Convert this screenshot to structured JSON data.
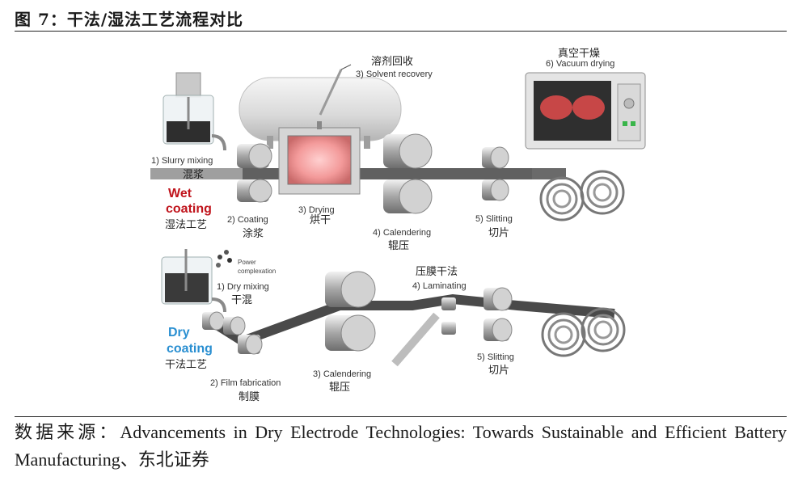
{
  "figure": {
    "title": "图 7：干法/湿法工艺流程对比",
    "source": "数据来源：Advancements in Dry Electrode Technologies: Towards Sustainable and Efficient Battery Manufacturing、东北证券"
  },
  "wet": {
    "heading_line1": "Wet",
    "heading_line2": "coating",
    "heading_cn": "湿法工艺",
    "steps": {
      "slurry_mixing": {
        "en": "1) Slurry mixing",
        "cn": "混浆"
      },
      "coating": {
        "en": "2) Coating",
        "cn": "涂浆"
      },
      "drying": {
        "en": "3) Drying",
        "cn": "烘干"
      },
      "solvent_recovery": {
        "en": "3) Solvent recovery",
        "cn": "溶剂回收"
      },
      "calendering": {
        "en": "4) Calendering",
        "cn": "辊压"
      },
      "slitting": {
        "en": "5) Slitting",
        "cn": "切片"
      },
      "vacuum_drying": {
        "en": "6) Vacuum drying",
        "cn": "真空干燥"
      }
    }
  },
  "dry": {
    "heading_line1": "Dry",
    "heading_line2": "coating",
    "heading_cn": "干法工艺",
    "powder_label_line1": "Power",
    "powder_label_line2": "complexation",
    "steps": {
      "dry_mixing": {
        "en": "1) Dry mixing",
        "cn": "干混"
      },
      "film_fabrication": {
        "en": "2) Film fabrication",
        "cn": "制膜"
      },
      "calendering": {
        "en": "3) Calendering",
        "cn": "辊压"
      },
      "laminating": {
        "en": "4) Laminating",
        "cn": "压膜干法"
      },
      "slitting": {
        "en": "5) Slitting",
        "cn": "切片"
      }
    }
  },
  "colors": {
    "wet_accent": "#c0141c",
    "dry_accent": "#2a8fd1",
    "roller": "#9a9a9a",
    "film": "#4a4a4a"
  }
}
